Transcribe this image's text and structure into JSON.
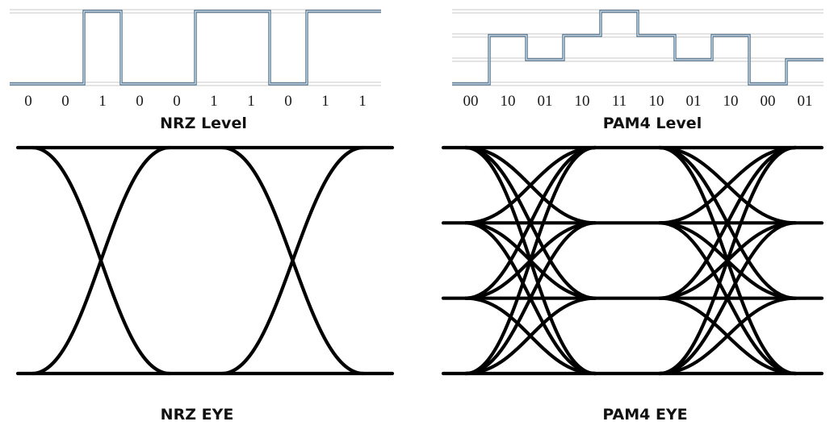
{
  "nrz_level": {
    "title": "NRZ Level",
    "bits": [
      "0",
      "0",
      "1",
      "0",
      "0",
      "1",
      "1",
      "0",
      "1",
      "1"
    ],
    "levels": [
      0,
      0,
      1,
      0,
      0,
      1,
      1,
      0,
      1,
      1
    ],
    "level_count": 2
  },
  "pam4_level": {
    "title": "PAM4 Level",
    "symbols": [
      "00",
      "10",
      "01",
      "10",
      "11",
      "10",
      "01",
      "10",
      "00",
      "01"
    ],
    "levels": [
      0,
      2,
      1,
      2,
      3,
      2,
      1,
      2,
      0,
      1
    ],
    "level_count": 4
  },
  "nrz_eye": {
    "title": "NRZ EYE",
    "level_count": 2
  },
  "pam4_eye": {
    "title": "PAM4 EYE",
    "level_count": 4
  },
  "colors": {
    "waveform": "#4a6f8c",
    "eye_trace": "#000000",
    "grid": "#c8c8c8"
  }
}
